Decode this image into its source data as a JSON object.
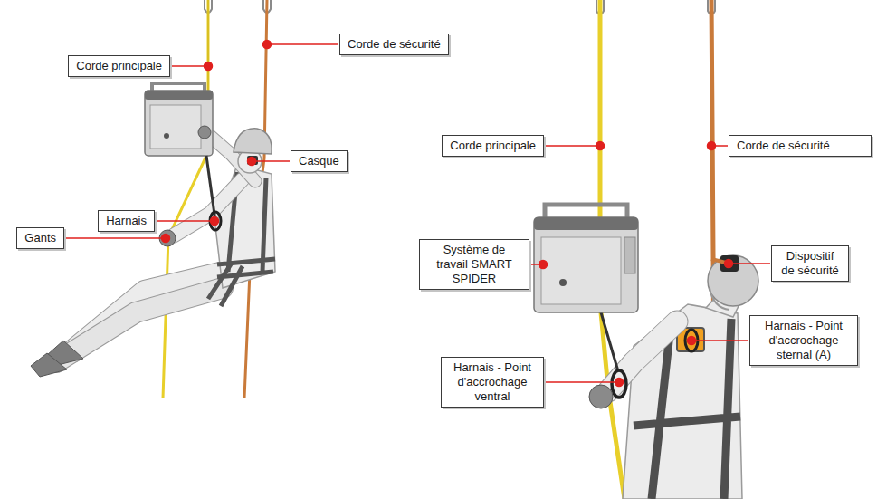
{
  "diagram": {
    "nodes": [
      {
        "text": [
          "Corde principale"
        ]
      },
      {
        "text": [
          "Corde de sécurité"
        ]
      },
      {
        "text": [
          "Casque"
        ]
      },
      {
        "text": [
          "Harnais"
        ]
      },
      {
        "text": [
          "Gants"
        ]
      },
      {
        "text": [
          "Corde principale"
        ]
      },
      {
        "text": [
          "Corde de sécurité"
        ]
      },
      {
        "text": [
          "Système de travail SMART SPIDER"
        ]
      },
      {
        "text": [
          "Dispositif de sécurité"
        ]
      },
      {
        "text": [
          "Harnais - Point d'accrochage sternal (A)"
        ]
      },
      {
        "text": [
          "Harnais - Point d'accrochage ventral"
        ]
      }
    ]
  }
}
